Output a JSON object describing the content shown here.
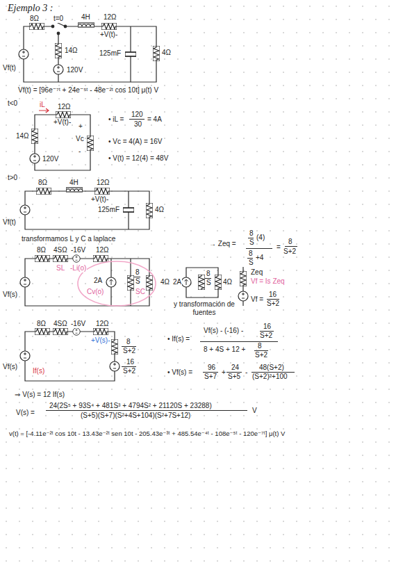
{
  "diagram": {
    "title": "Ejemplo 3 :",
    "labels": [
      "8Ω",
      "t=0",
      "4H",
      "12Ω",
      "+V(t)-",
      "14Ω",
      "125mF",
      "4Ω",
      "Vf(t)",
      "120V",
      "Vf(t) = [96e⁻⁷ᵗ + 24e⁻⁵ᵗ - 48e⁻²ᵗ cos 10t] μ(t) V",
      "t<0",
      "iL",
      "12Ω",
      "+V(t)-",
      "14Ω",
      "+",
      "Vc",
      "-",
      "120V",
      "• iL =",
      "120",
      "30",
      "= 4A",
      "• Vc = 4(A) = 16V",
      "• V(t) = 12(4) = 48V",
      "t>0",
      "8Ω",
      "4H",
      "12Ω",
      "+V(t)-",
      "125mF",
      "4Ω",
      "Vf(t)",
      "transformamos L y C a laplace",
      "8Ω",
      "4SΩ",
      "-16V",
      "12Ω",
      "SL",
      "-Li(o)",
      "2A",
      "Cv(o)",
      "8",
      "S",
      "SC",
      "4Ω",
      "Vf(s)",
      "2A",
      "8",
      "S",
      "4Ω",
      "y transformación de fuentes",
      "→ Zeq =",
      "8",
      "S",
      "(4)",
      "8",
      "S",
      "+4",
      "=",
      "8",
      "S+2",
      "Zeq",
      "Vf = Is Zeq",
      "Vf =",
      "16",
      "S+2",
      "8Ω",
      "4SΩ",
      "-16V",
      "12Ω",
      "+V(s)-",
      "8",
      "S+2",
      "16",
      "S+2",
      "Vf(s)",
      "If(s)",
      "• If(s) =",
      "Vf(s) - (-16) -",
      "16",
      "S+2",
      "8 + 4S + 12 +",
      "8",
      "S+2",
      "• Vf(s) =",
      "96",
      "S+7",
      "+",
      "24",
      "S+5",
      "-",
      "48(S+2)",
      "(S+2)²+100",
      "⇒ V(s) = 12 If(s)",
      "V(s) =",
      "24(2S⁵ + 93S⁴ + 481S³ + 4794S² + 21120S + 23288)",
      "(S+5)(S+7)(S²+4S+104)(S²+7S+12)",
      "V",
      "v(t) = [-4.11e⁻²ᵗ cos 10t - 13.43e⁻²ᵗ sen 10t - 205.43e⁻³ᵗ + 485.54e⁻⁴ᵗ - 108e⁻⁵ᵗ - 120e⁻⁷ᵗ] μ(t) V"
    ]
  }
}
